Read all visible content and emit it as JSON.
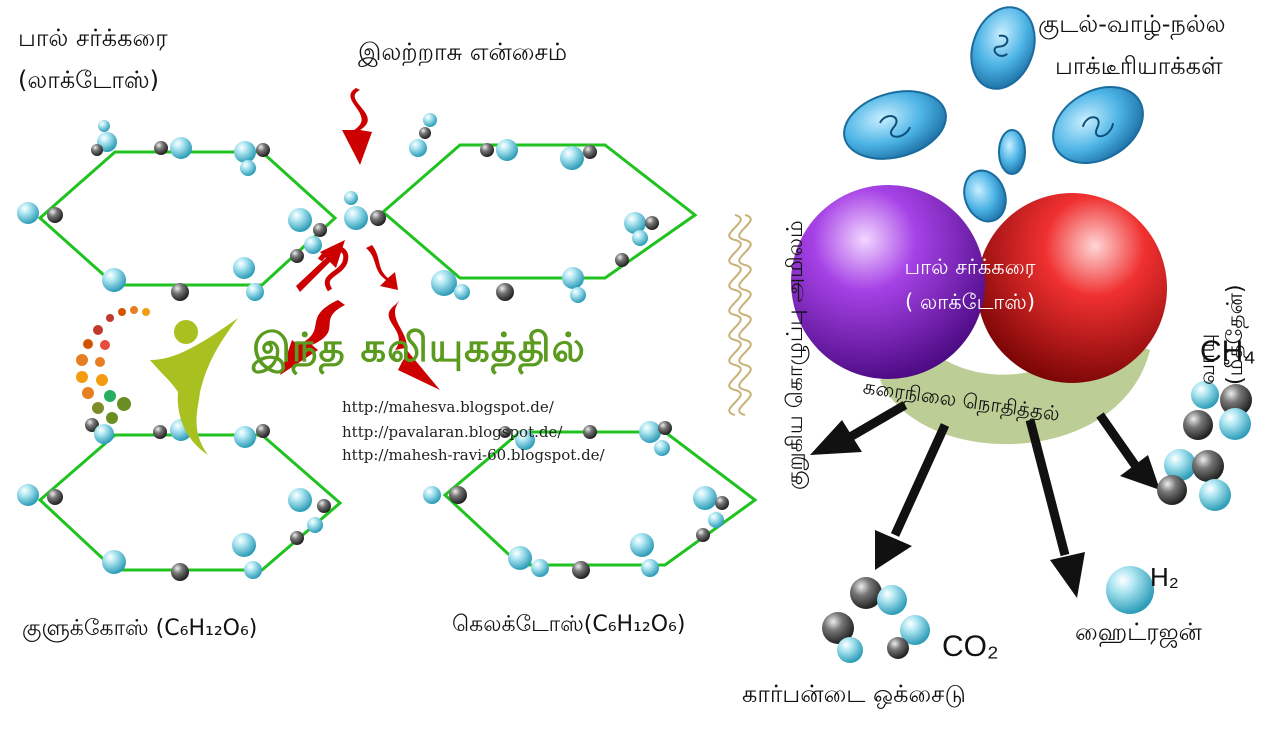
{
  "left": {
    "lactose_title_line1": "பால் சர்க்கரை",
    "lactose_title_line2": "(லாக்டோஸ்)",
    "enzyme_label": "இலற்றாசு  என்சைம்",
    "glucose_label": "குளுக்கோஸ் (C₆H₁₂O₆)",
    "galactose_label": "கெலக்டோஸ்(C₆H₁₂O₆)"
  },
  "watermark": {
    "logo_text": "இந்த கலியுகத்தில்",
    "urls": [
      "http://mahesva.blogspot.de/",
      "http://pavalaran.blogspot.de/",
      "http://mahesh-ravi-60.blogspot.de/"
    ]
  },
  "right": {
    "bacteria_line1": "குடல்-வாழ்-நல்ல",
    "bacteria_line2": "பாக்டீரியாக்கள்",
    "center_line1": "பால் சர்க்கரை",
    "center_line2": "( லாக்டோஸ்)",
    "acid_label": "குறுகிய கொழுப்பு அமிலம்",
    "methane_label": "வாயு (மீத்தேன்)",
    "curve_label": "கரைநிலை நொதித்தல்",
    "ch4": "CH₄",
    "h2": "H₂",
    "hydrogen_label": "ஹைட்ரஜன்",
    "co2": "CO₂",
    "co2_label": "கார்பன்டை ஒக்சைடு"
  },
  "colors": {
    "hexagon": "#1fc21f",
    "arrow_red": "#cc0000",
    "arrow_black": "#111111",
    "sphere_purple": "#8a2bd6",
    "sphere_red": "#e01c1c",
    "bacteria": "#3aa3d9",
    "atom_cyan": "#5fc3d9",
    "atom_gray": "#555555",
    "logo_green": "#5a9a1e"
  }
}
